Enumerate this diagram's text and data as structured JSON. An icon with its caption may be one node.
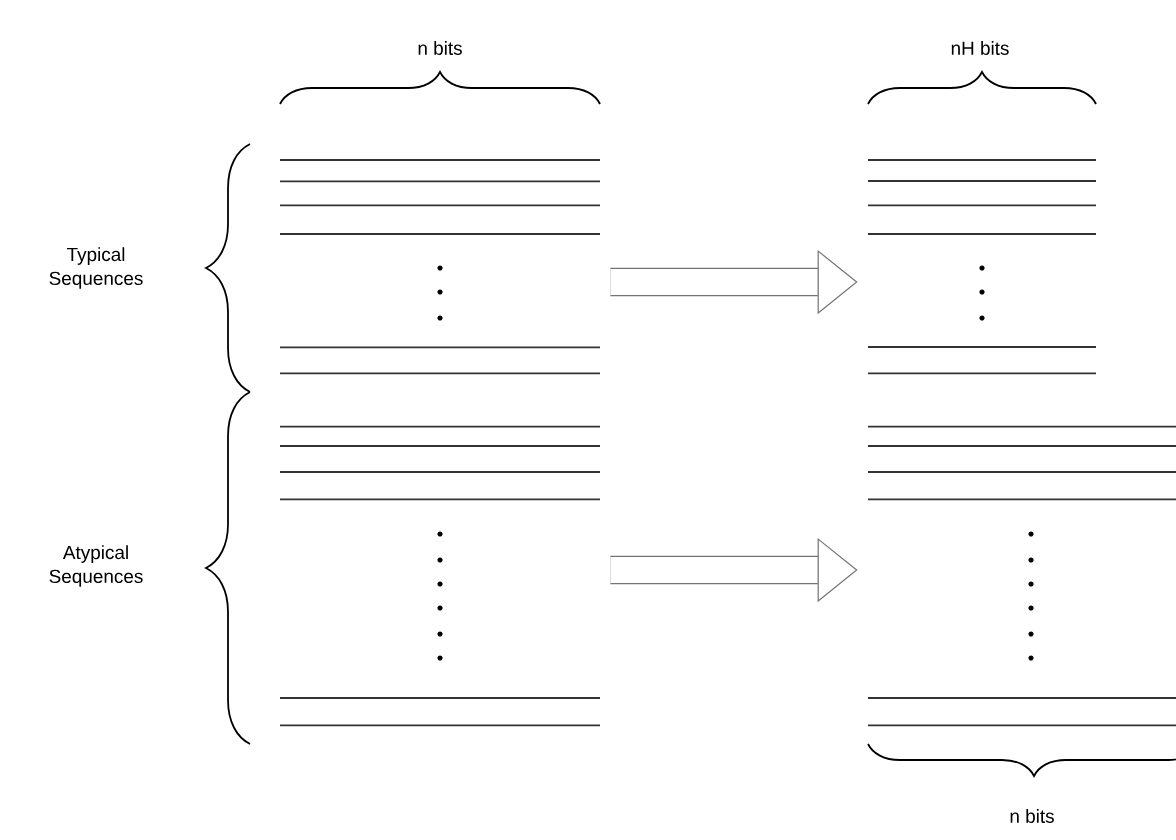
{
  "diagram": {
    "nodes": [
      {
        "text": [],
        "shape": "lines"
      },
      {
        "text": [],
        "shape": "lines"
      },
      {
        "text": [],
        "shape": "lines"
      },
      {
        "text": [],
        "shape": "lines"
      }
    ],
    "edges": [
      {
        "from": 0,
        "to": 1,
        "arrow": "to"
      },
      {
        "from": 2,
        "to": 3,
        "arrow": "to"
      }
    ],
    "labels": [
      "n bits",
      "nH bits",
      "Typical Sequences",
      "Atypical Sequences",
      "n bits"
    ]
  }
}
